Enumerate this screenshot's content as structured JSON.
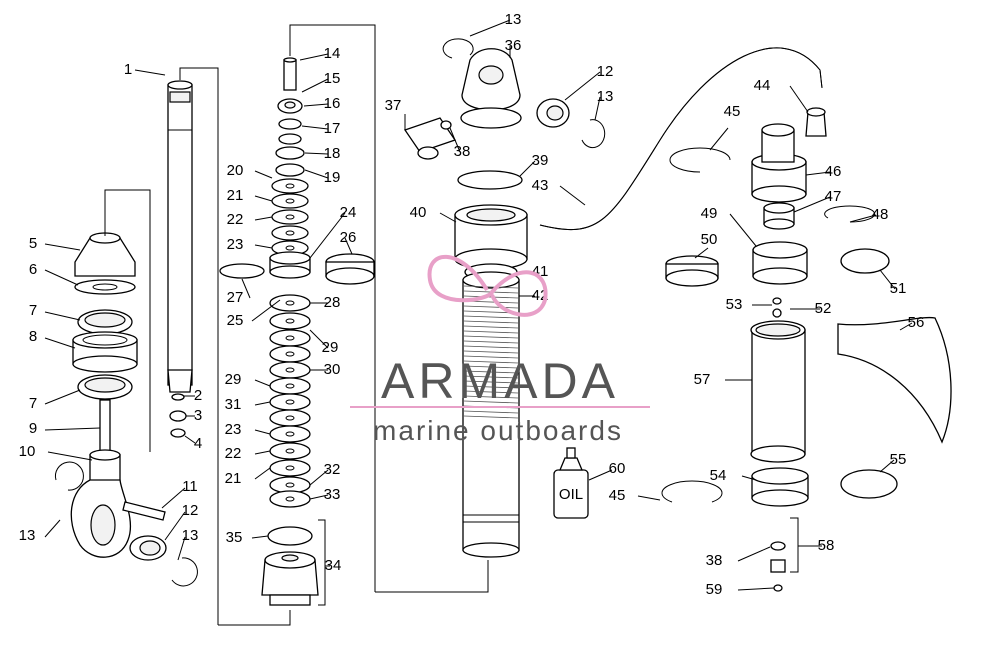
{
  "watermark": {
    "brand": "ARMADA",
    "tagline": "marine outboards",
    "brand_color": "#555555",
    "accent_color": "#e8a0c8"
  },
  "callouts": [
    {
      "id": "c1",
      "text": "1"
    },
    {
      "id": "c2",
      "text": "2"
    },
    {
      "id": "c3",
      "text": "3"
    },
    {
      "id": "c4",
      "text": "4"
    },
    {
      "id": "c5",
      "text": "5"
    },
    {
      "id": "c6",
      "text": "6"
    },
    {
      "id": "c7a",
      "text": "7"
    },
    {
      "id": "c7b",
      "text": "7"
    },
    {
      "id": "c8",
      "text": "8"
    },
    {
      "id": "c9",
      "text": "9"
    },
    {
      "id": "c10",
      "text": "10"
    },
    {
      "id": "c11",
      "text": "11"
    },
    {
      "id": "c12a",
      "text": "12"
    },
    {
      "id": "c13a",
      "text": "13"
    },
    {
      "id": "c13b",
      "text": "13"
    },
    {
      "id": "c14",
      "text": "14"
    },
    {
      "id": "c15",
      "text": "15"
    },
    {
      "id": "c16",
      "text": "16"
    },
    {
      "id": "c17",
      "text": "17"
    },
    {
      "id": "c18",
      "text": "18"
    },
    {
      "id": "c19",
      "text": "19"
    },
    {
      "id": "c20",
      "text": "20"
    },
    {
      "id": "c21a",
      "text": "21"
    },
    {
      "id": "c22a",
      "text": "22"
    },
    {
      "id": "c23a",
      "text": "23"
    },
    {
      "id": "c24",
      "text": "24"
    },
    {
      "id": "c26",
      "text": "26"
    },
    {
      "id": "c27",
      "text": "27"
    },
    {
      "id": "c25",
      "text": "25"
    },
    {
      "id": "c28",
      "text": "28"
    },
    {
      "id": "c29a",
      "text": "29"
    },
    {
      "id": "c30",
      "text": "30"
    },
    {
      "id": "c29b",
      "text": "29"
    },
    {
      "id": "c31",
      "text": "31"
    },
    {
      "id": "c23b",
      "text": "23"
    },
    {
      "id": "c22b",
      "text": "22"
    },
    {
      "id": "c21b",
      "text": "21"
    },
    {
      "id": "c32",
      "text": "32"
    },
    {
      "id": "c33",
      "text": "33"
    },
    {
      "id": "c35",
      "text": "35"
    },
    {
      "id": "c34",
      "text": "34"
    },
    {
      "id": "c13c",
      "text": "13"
    },
    {
      "id": "c36",
      "text": "36"
    },
    {
      "id": "c12b",
      "text": "12"
    },
    {
      "id": "c13d",
      "text": "13"
    },
    {
      "id": "c37",
      "text": "37"
    },
    {
      "id": "c38a",
      "text": "38"
    },
    {
      "id": "c39",
      "text": "39"
    },
    {
      "id": "c43",
      "text": "43"
    },
    {
      "id": "c40",
      "text": "40"
    },
    {
      "id": "c41",
      "text": "41"
    },
    {
      "id": "c42",
      "text": "42"
    },
    {
      "id": "c60",
      "text": "60"
    },
    {
      "id": "c44",
      "text": "44"
    },
    {
      "id": "c45a",
      "text": "45"
    },
    {
      "id": "c46",
      "text": "46"
    },
    {
      "id": "c47",
      "text": "47"
    },
    {
      "id": "c49",
      "text": "49"
    },
    {
      "id": "c48",
      "text": "48"
    },
    {
      "id": "c50",
      "text": "50"
    },
    {
      "id": "c51",
      "text": "51"
    },
    {
      "id": "c53",
      "text": "53"
    },
    {
      "id": "c52",
      "text": "52"
    },
    {
      "id": "c56",
      "text": "56"
    },
    {
      "id": "c57",
      "text": "57"
    },
    {
      "id": "c54",
      "text": "54"
    },
    {
      "id": "c55",
      "text": "55"
    },
    {
      "id": "c45b",
      "text": "45"
    },
    {
      "id": "c58",
      "text": "58"
    },
    {
      "id": "c38b",
      "text": "38"
    },
    {
      "id": "c59",
      "text": "59"
    }
  ],
  "bottle_label": "OIL"
}
